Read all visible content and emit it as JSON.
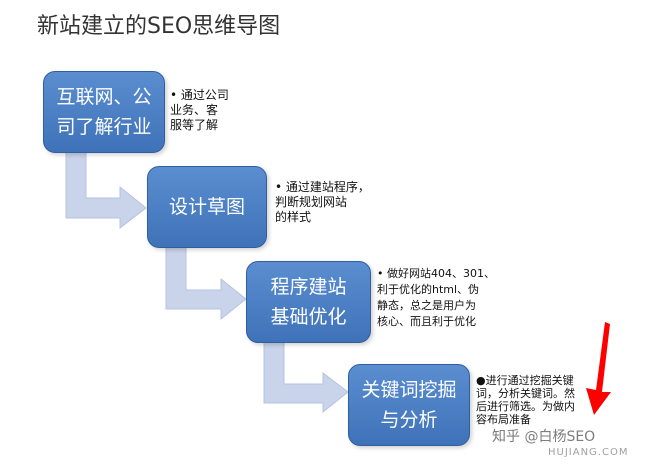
{
  "title": "新站建立的SEO思维导图",
  "steps": [
    {
      "label": "互联网、公\n司了解行业",
      "note": "• 通过公司\n  业务、客\n  服等了解"
    },
    {
      "label": "设计草图",
      "note": "• 通过建站程序，\n  判断规划网站\n  的样式"
    },
    {
      "label": "程序建站\n基础优化",
      "note": "• 做好网站404、301、\n  利于优化的html、伪\n  静态，总之是用户为\n  核心、而且利于优化"
    },
    {
      "label": "关键词挖掘\n与分析",
      "note": "●进行通过挖掘关键\n词，分析关键词。然\n后进行筛选。为做内\n容布局准备"
    }
  ],
  "watermark": {
    "text": "知乎 @白杨SEO",
    "site": "HUJIANG.COM"
  },
  "colors": {
    "box_fill": "#4a7fc3",
    "connector": "#c9d3ea",
    "highlight_arrow": "#ff0000"
  }
}
